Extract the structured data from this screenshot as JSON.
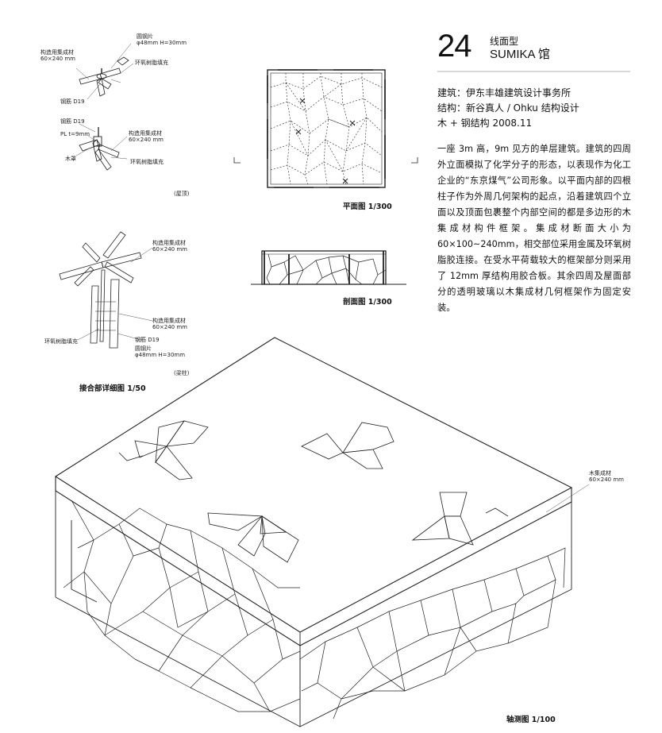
{
  "header": {
    "number": "24",
    "category": "线面型",
    "name": "SUMIKA 馆"
  },
  "credits": {
    "architect": "建筑：伊东丰雄建筑设计事务所",
    "structure": "结构：新谷真人 / Ohku 结构设计",
    "material_date": "木 + 钢结构   2008.11"
  },
  "description": "一座 3m 高，9m 见方的单层建筑。建筑的四周外立面模拟了化学分子的形态，以表现作为化工企业的“东京煤气”公司形象。以平面内部的四根柱子作为外周几何架构的起点，沿着建筑四个立面以及顶面包裹整个内部空间的都是多边形的木集成材构件框架。集成材断面大小为 60×100~240mm，相交部位采用金属及环氧树脂胶连接。在受水平荷载较大的框架部分则采用了 12mm 厚结构用胶合板。其余四周及屋面部分的透明玻璃以木集成材几何框架作为固定安装。",
  "captions": {
    "plan": "平面图  1/300",
    "section": "剖面图  1/300",
    "detail": "接合部详细图  1/50",
    "axon": "轴测图  1/100"
  },
  "detail_labels": {
    "roof": {
      "plate": "圆钢片\nφ48mm H=30mm",
      "glulam": "构造用集成材\n60×240 mm",
      "epoxy": "环氧树脂填充",
      "rebar": "钢筋 D19"
    },
    "roof2": {
      "rebar": "钢筋 D19",
      "pl": "PL t=9mm",
      "glulam": "构造用集成材\n60×240 mm",
      "wood": "木罩",
      "epoxy": "环氧树脂填充",
      "tag": "(屋顶)"
    },
    "column": {
      "glulam_top": "构造用集成材\n60×240 mm",
      "glulam_mid": "构造用集成材\n60×240 mm",
      "epoxy": "环氧树脂填充",
      "rebar": "钢筋 D19",
      "plate": "圆钢片\nφ48mm H=30mm",
      "tag": "(梁柱)"
    }
  },
  "axon_label": "木集成材\n60×240 mm"
}
